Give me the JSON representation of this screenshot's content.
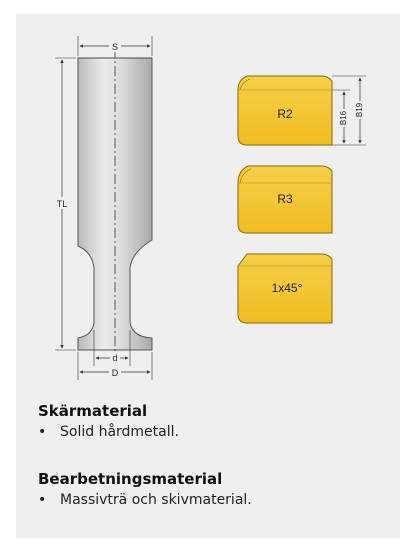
{
  "tool_dims": {
    "s": "S",
    "tl": "TL",
    "d_small": "d",
    "d_large": "D"
  },
  "profiles": [
    {
      "label": "R2",
      "dim_a": "B16",
      "dim_b": "B19"
    },
    {
      "label": "R3"
    },
    {
      "label": "1x45°"
    }
  ],
  "colors": {
    "gold": "#f3c530",
    "gold_dark": "#e0a80f",
    "shank": "#d3d3d3",
    "background": "#efefef"
  },
  "sections": [
    {
      "title": "Skärmaterial",
      "bullet": "•",
      "items": [
        "Solid hårdmetall."
      ]
    },
    {
      "title": "Bearbetningsmaterial",
      "bullet": "•",
      "items": [
        "Massivträ och skivmaterial."
      ]
    }
  ]
}
